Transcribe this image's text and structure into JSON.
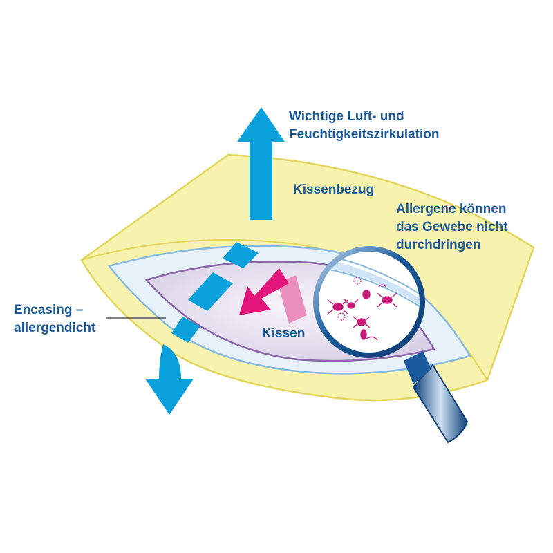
{
  "labels": {
    "airflow": [
      "Wichtige Luft- und",
      "Feuchtigkeitszirkulation"
    ],
    "pillowcase": "Kissenbezug",
    "allergens": [
      "Allergene können",
      "das Gewebe nicht",
      "durchdringen"
    ],
    "encasing": [
      "Encasing –",
      "allergendicht"
    ],
    "pillow": "Kissen"
  },
  "colors": {
    "text": "#1a5a9a",
    "pillowcase_fill": "#f7f2ae",
    "pillowcase_stroke": "#e3d55c",
    "encasing_fill": "#e6f1fa",
    "encasing_stroke": "#86b9e0",
    "pillow_fill": "#e4dfee",
    "pillow_stroke": "#8a64a8",
    "airflow_arrow": "#0aa0dc",
    "allergen_arrow": "#e2157a",
    "allergen_arrow_faded": "#ea8fbe",
    "magnifier_rim": "#1a5a9a",
    "mites": "#c81a78"
  }
}
